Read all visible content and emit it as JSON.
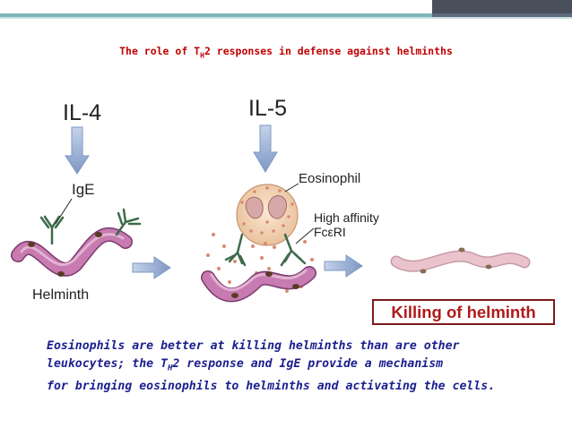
{
  "title": {
    "part1": "The role of T",
    "sub": "H",
    "part2": "2 responses in defense against helminths"
  },
  "labels": {
    "il4": "IL-4",
    "il5": "IL-5",
    "ige": "IgE",
    "eosinophil": "Eosinophil",
    "high_affinity": "High affinity",
    "receptor": "FcεRI",
    "helminth": "Helminth",
    "killing": "Killing of helminth"
  },
  "caption": {
    "line1": "Eosinophils are better at killing helminths than are other",
    "line2_part1": "leukocytes; the T",
    "line2_sub": "H",
    "line2_part2": "2 response and IgE provide a mechanism",
    "line3": "for bringing eosinophils to helminths and activating the cells."
  },
  "colors": {
    "title": "#c00000",
    "caption": "#1a1f8e",
    "worm": "#c77bb0",
    "dead_worm": "#ebc3cc",
    "eosinophil_granule": "#d98a72",
    "arrow": "#8ea7cf",
    "kill_text": "#b01a1a"
  }
}
